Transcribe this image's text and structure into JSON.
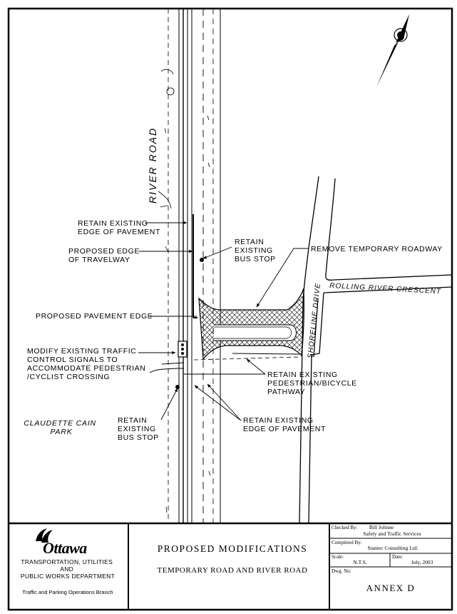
{
  "plan": {
    "street_labels": {
      "river_road": "RIVER ROAD",
      "shoreline_drive": "SHORELINE DRIVE",
      "rolling_river_crescent": "ROLLING RIVER CRESCENT",
      "park": [
        "CLAUDETTE CAIN",
        "PARK"
      ]
    },
    "callouts": {
      "retain_edge_top": [
        "RETAIN EXISTING",
        "EDGE OF PAVEMENT"
      ],
      "proposed_edge_travelway": [
        "PROPOSED EDGE",
        "OF TRAVELWAY"
      ],
      "retain_bus_stop_top": [
        "RETAIN",
        "EXISTING",
        "BUS STOP"
      ],
      "remove_temporary_roadway": "REMOVE TEMPORARY ROADWAY",
      "proposed_pavement_edge": "PROPOSED PAVEMENT EDGE",
      "modify_signals": [
        "MODIFY EXISTING TRAFFIC",
        "CONTROL SIGNALS TO",
        "ACCOMMODATE PEDESTRIAN",
        "/CYCLIST CROSSING"
      ],
      "retain_pathway": [
        "RETAIN EXISTING",
        "PEDESTRIAN/BICYCLE",
        "PATHWAY"
      ],
      "retain_bus_stop_bottom": [
        "RETAIN",
        "EXISTING",
        "BUS STOP"
      ],
      "retain_edge_bottom": [
        "RETAIN EXISTING",
        "EDGE OF PAVEMENT"
      ]
    }
  },
  "title_block": {
    "logo_text": "Ottawa",
    "department": [
      "TRANSPORTATION, UTILITIES",
      "AND",
      "PUBLIC WORKS DEPARTMENT"
    ],
    "branch": "Traffic and Parking Operations Branch",
    "title": "PROPOSED MODIFICATIONS",
    "subtitle": "TEMPORARY ROAD AND RIVER ROAD",
    "checked_by_label": "Checked By:",
    "checked_by_value": [
      "Bill Johnne",
      "Safety and Traffic Services"
    ],
    "completed_by_label": "Completed By:",
    "completed_by_value": "Stantec Consulting Ltd.",
    "scale_label": "Scale:",
    "scale_value": "N.T.S.",
    "date_label": "Date:",
    "date_value": "July, 2003",
    "dwg_label": "Dwg. No:",
    "dwg_value": "ANNEX D"
  }
}
